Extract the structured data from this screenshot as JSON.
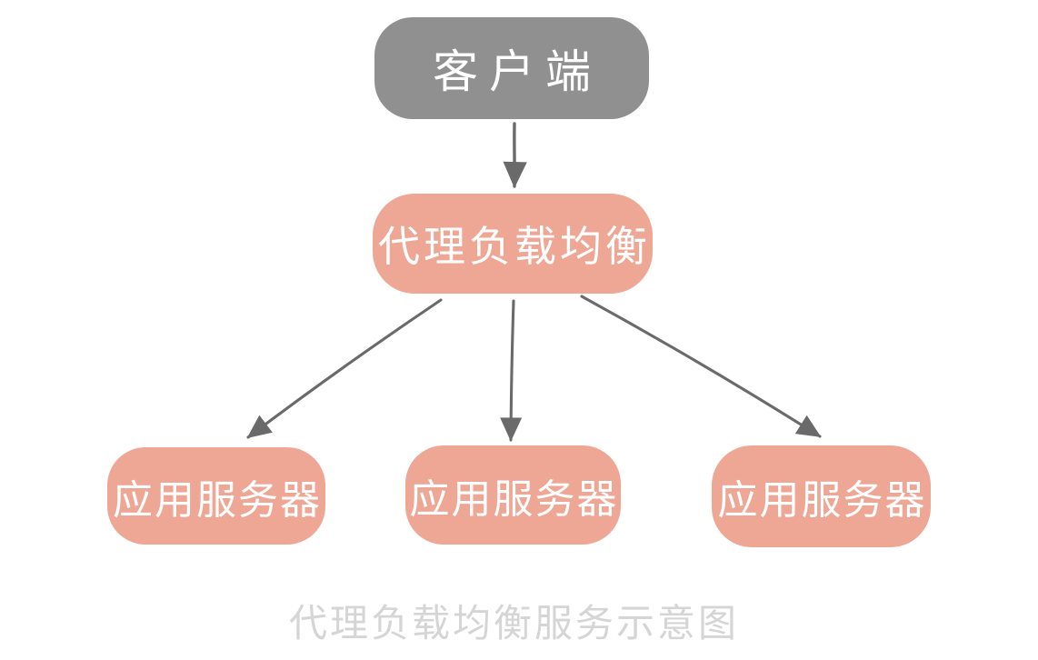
{
  "diagram": {
    "background_color": "#ffffff",
    "arrow_color": "#6a6a6a",
    "caption": "代理负载均衡服务示意图",
    "caption_color": "#d5d5d5",
    "nodes": [
      {
        "id": "client",
        "label": "客户端",
        "fill": "#909090",
        "text_color": "#ffffff"
      },
      {
        "id": "proxy",
        "label": "代理负载均衡",
        "fill": "#efa795",
        "text_color": "#ffffff"
      },
      {
        "id": "server1",
        "label": "应用服务器",
        "fill": "#efa795",
        "text_color": "#ffffff"
      },
      {
        "id": "server2",
        "label": "应用服务器",
        "fill": "#efa795",
        "text_color": "#ffffff"
      },
      {
        "id": "server3",
        "label": "应用服务器",
        "fill": "#efa795",
        "text_color": "#ffffff"
      }
    ],
    "edges": [
      {
        "from": "client",
        "to": "proxy"
      },
      {
        "from": "proxy",
        "to": "server1"
      },
      {
        "from": "proxy",
        "to": "server2"
      },
      {
        "from": "proxy",
        "to": "server3"
      }
    ]
  }
}
